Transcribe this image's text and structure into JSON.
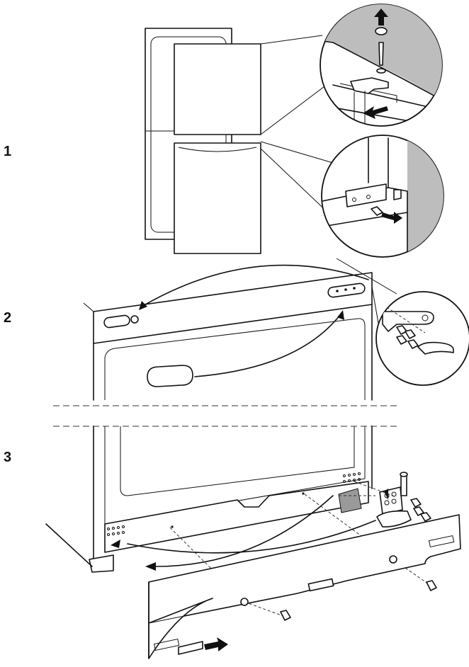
{
  "steps": [
    {
      "label": "1"
    },
    {
      "label": "2"
    },
    {
      "label": "3"
    }
  ],
  "icons": [
    "door-hinge-icon",
    "screw-icon",
    "arrow-icon",
    "magnifier-callout-icon"
  ],
  "colors": {
    "line": "#111111",
    "shade": "#bdbdbd",
    "background": "#ffffff"
  }
}
